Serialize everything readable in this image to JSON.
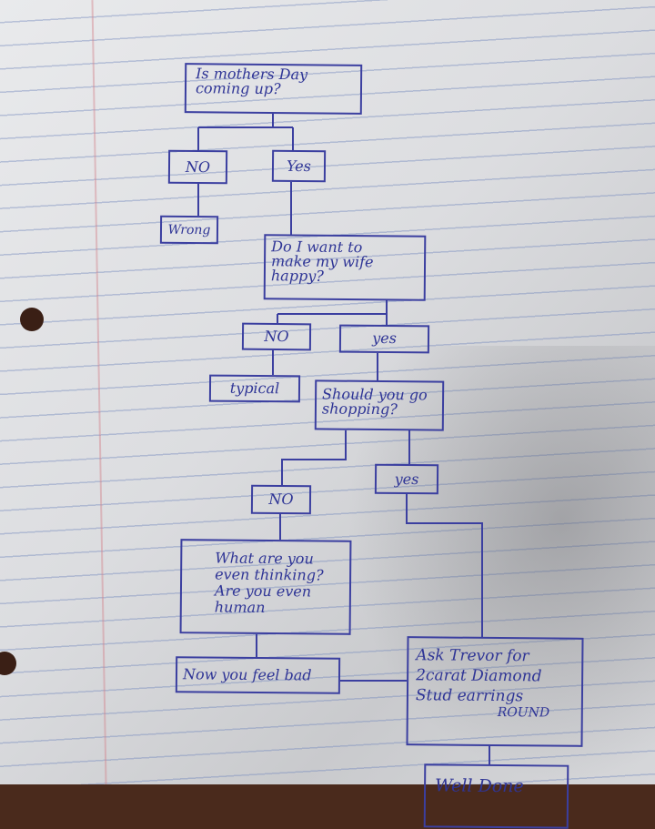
{
  "flowchart": {
    "q1": [
      "Is mothers Day",
      "coming up?"
    ],
    "q1_no": "NO",
    "q1_yes": "Yes",
    "wrong": "Wrong",
    "q2": [
      "Do I want to",
      "make my wife",
      "happy?"
    ],
    "q2_no": "NO",
    "q2_yes": "yes",
    "typical": "typical",
    "q3": [
      "Should you go",
      "shopping?"
    ],
    "q3_no": "NO",
    "q3_yes": "yes",
    "thinking": [
      "What are you",
      "even thinking?",
      "Are you even",
      "human"
    ],
    "feel_bad": "Now you feel bad",
    "ask": [
      "Ask Trevor for",
      "2carat Diamond",
      "Stud earrings",
      "ROUND"
    ],
    "done": "Well Done"
  },
  "colors": {
    "ink": "#2f3596",
    "paper": "#e2e3e6"
  }
}
